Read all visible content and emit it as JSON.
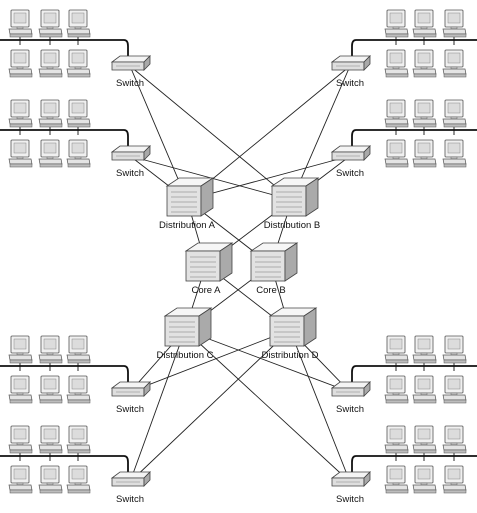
{
  "nodes": {
    "sw1": {
      "label": "Switch",
      "kind": "switch"
    },
    "sw2": {
      "label": "Switch",
      "kind": "switch"
    },
    "sw3": {
      "label": "Switch",
      "kind": "switch"
    },
    "sw4": {
      "label": "Switch",
      "kind": "switch"
    },
    "sw5": {
      "label": "Switch",
      "kind": "switch"
    },
    "sw6": {
      "label": "Switch",
      "kind": "switch"
    },
    "sw7": {
      "label": "Switch",
      "kind": "switch"
    },
    "sw8": {
      "label": "Switch",
      "kind": "switch"
    },
    "distA": {
      "label": "Distribution A",
      "kind": "router"
    },
    "distB": {
      "label": "Distribution B",
      "kind": "router"
    },
    "coreA": {
      "label": "Core A",
      "kind": "router"
    },
    "coreB": {
      "label": "Core B",
      "kind": "router"
    },
    "distC": {
      "label": "Distribution C",
      "kind": "router"
    },
    "distD": {
      "label": "Distribution D",
      "kind": "router"
    }
  },
  "links": [
    [
      "sw1",
      "distA"
    ],
    [
      "sw1",
      "distB"
    ],
    [
      "sw2",
      "distA"
    ],
    [
      "sw2",
      "distB"
    ],
    [
      "sw3",
      "distA"
    ],
    [
      "sw3",
      "distB"
    ],
    [
      "sw4",
      "distA"
    ],
    [
      "sw4",
      "distB"
    ],
    [
      "distA",
      "coreA"
    ],
    [
      "distA",
      "coreB"
    ],
    [
      "distB",
      "coreA"
    ],
    [
      "distB",
      "coreB"
    ],
    [
      "coreA",
      "distC"
    ],
    [
      "coreA",
      "distD"
    ],
    [
      "coreB",
      "distC"
    ],
    [
      "coreB",
      "distD"
    ],
    [
      "distC",
      "sw5"
    ],
    [
      "distC",
      "sw6"
    ],
    [
      "distC",
      "sw7"
    ],
    [
      "distC",
      "sw8"
    ],
    [
      "distD",
      "sw5"
    ],
    [
      "distD",
      "sw6"
    ],
    [
      "distD",
      "sw7"
    ],
    [
      "distD",
      "sw8"
    ]
  ],
  "lan_groups": [
    {
      "switch": "sw1",
      "side": "left"
    },
    {
      "switch": "sw3",
      "side": "left"
    },
    {
      "switch": "sw5",
      "side": "left"
    },
    {
      "switch": "sw7",
      "side": "left"
    },
    {
      "switch": "sw2",
      "side": "right"
    },
    {
      "switch": "sw4",
      "side": "right"
    },
    {
      "switch": "sw6",
      "side": "right"
    },
    {
      "switch": "sw8",
      "side": "right"
    }
  ],
  "icons": {
    "switch": "switch-icon",
    "router": "router-icon",
    "pc": "desktop-computer-icon"
  }
}
